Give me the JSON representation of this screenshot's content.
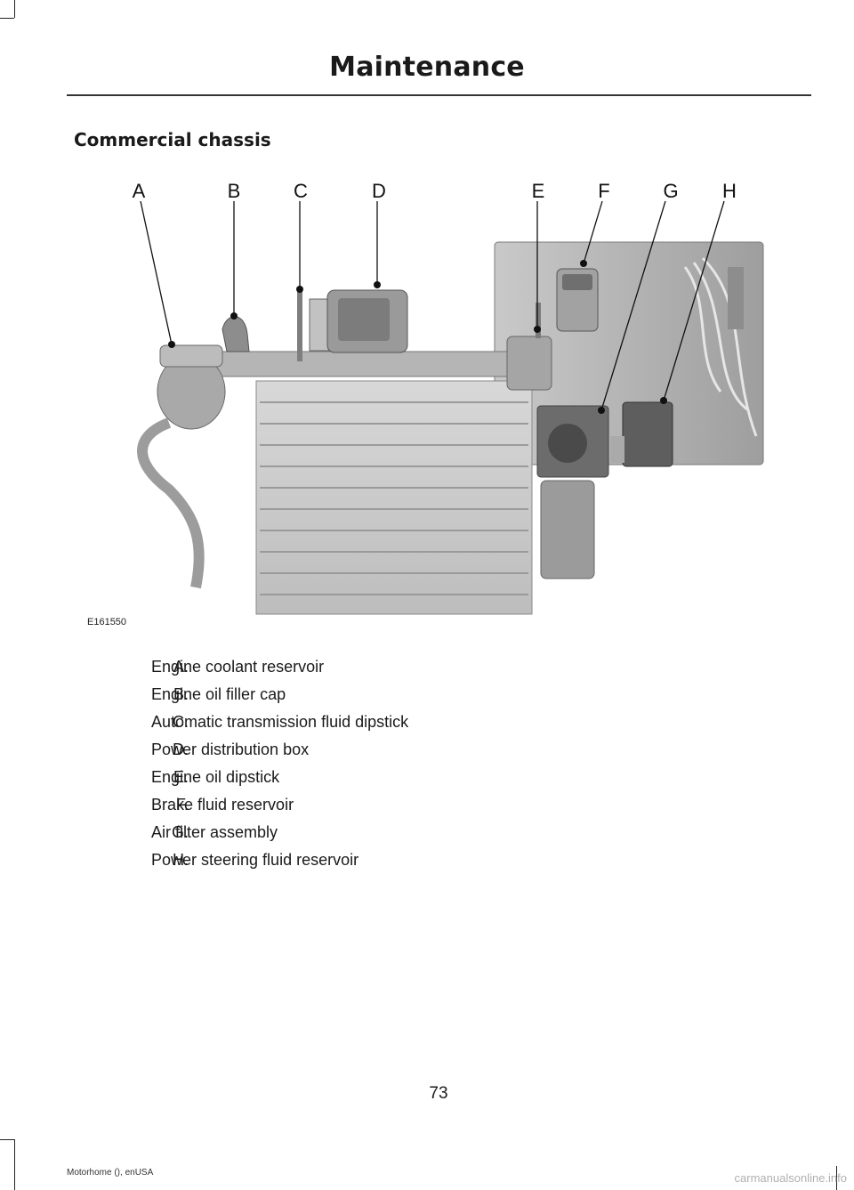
{
  "header": {
    "title": "Maintenance"
  },
  "section": {
    "heading": "Commercial chassis"
  },
  "figure": {
    "code": "E161550",
    "callouts": [
      "A",
      "B",
      "C",
      "D",
      "E",
      "F",
      "G",
      "H"
    ]
  },
  "legend": [
    {
      "letter": "A.",
      "text": "Engine coolant reservoir"
    },
    {
      "letter": "B.",
      "text": "Engine oil filler cap"
    },
    {
      "letter": "C.",
      "text": "Automatic transmission fluid dipstick"
    },
    {
      "letter": "D.",
      "text": "Power distribution box"
    },
    {
      "letter": "E.",
      "text": "Engine oil dipstick"
    },
    {
      "letter": "F.",
      "text": "Brake fluid reservoir"
    },
    {
      "letter": "G.",
      "text": "Air filter assembly"
    },
    {
      "letter": "H.",
      "text": "Power steering fluid reservoir"
    }
  ],
  "footer": {
    "page_number": "73",
    "publication": "Motorhome (), enUSA",
    "watermark": "carmanualsonline.info"
  }
}
